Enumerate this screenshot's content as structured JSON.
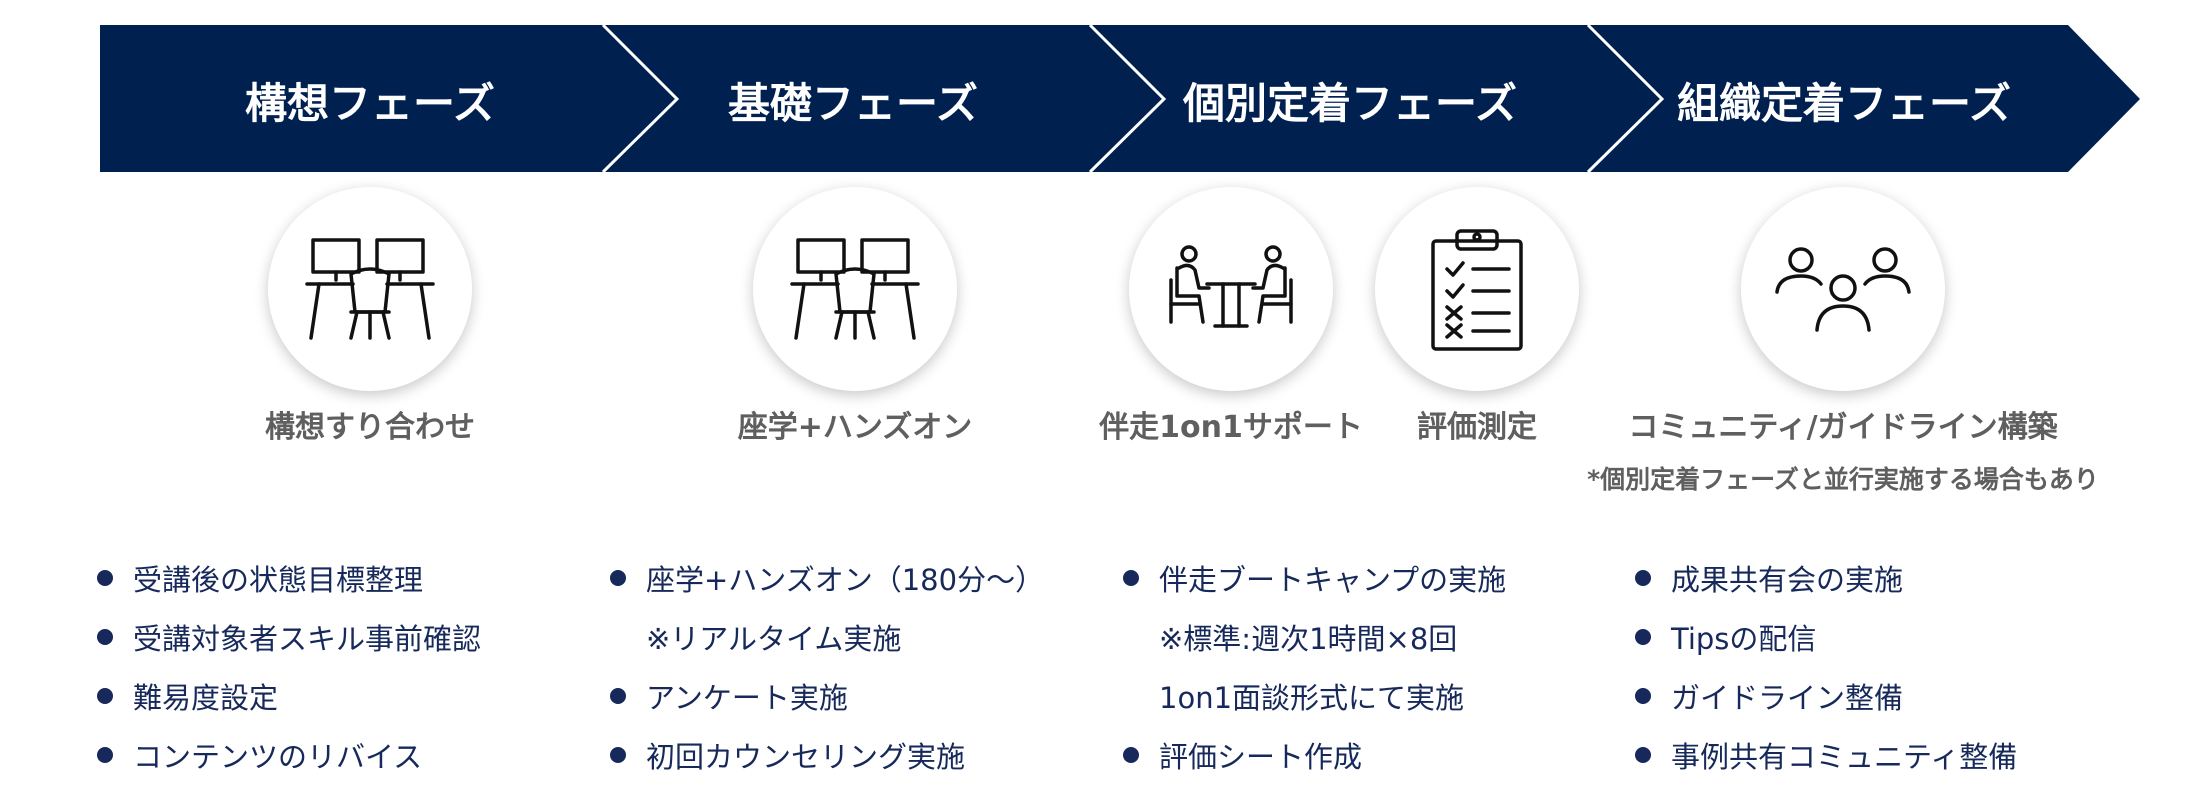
{
  "colors": {
    "banner": "#002050",
    "chevron_line": "#ffffff",
    "text_navy": "#16295a",
    "label_gray": "#5f5f5f"
  },
  "phases": [
    {
      "title": "構想フェーズ"
    },
    {
      "title": "基礎フェーズ"
    },
    {
      "title": "個別定着フェーズ"
    },
    {
      "title": "組織定着フェーズ"
    }
  ],
  "icons": [
    {
      "icon": "desk-workstations-icon",
      "label": "構想すり合わせ"
    },
    {
      "icon": "desk-workstations-icon",
      "label": "座学+ハンズオン"
    },
    {
      "icon": "one-on-one-meeting-icon",
      "label": "伴走1on1サポート"
    },
    {
      "icon": "clipboard-checklist-icon",
      "label": "評価測定"
    },
    {
      "icon": "community-group-icon",
      "label": "コミュニティ/ガイドライン構築"
    }
  ],
  "note": "*個別定着フェーズと並行実施する場合もあり",
  "columns": [
    {
      "items": [
        {
          "text": "受講後の状態目標整理",
          "bullet": true
        },
        {
          "text": "受講対象者スキル事前確認",
          "bullet": true
        },
        {
          "text": "難易度設定",
          "bullet": true
        },
        {
          "text": "コンテンツのリバイス",
          "bullet": true
        }
      ]
    },
    {
      "items": [
        {
          "text": "座学+ハンズオン（180分～）",
          "bullet": true
        },
        {
          "text": "※リアルタイム実施",
          "bullet": false
        },
        {
          "text": "アンケート実施",
          "bullet": true
        },
        {
          "text": "初回カウンセリング実施",
          "bullet": true
        }
      ]
    },
    {
      "items": [
        {
          "text": "伴走ブートキャンプの実施",
          "bullet": true
        },
        {
          "text": "※標準:週次1時間×8回",
          "bullet": false
        },
        {
          "text": "1on1面談形式にて実施",
          "bullet": false
        },
        {
          "text": "評価シート作成",
          "bullet": true
        }
      ]
    },
    {
      "items": [
        {
          "text": "成果共有会の実施",
          "bullet": true
        },
        {
          "text": "Tipsの配信",
          "bullet": true
        },
        {
          "text": "ガイドライン整備",
          "bullet": true
        },
        {
          "text": "事例共有コミュニティ整備",
          "bullet": true
        }
      ]
    }
  ]
}
